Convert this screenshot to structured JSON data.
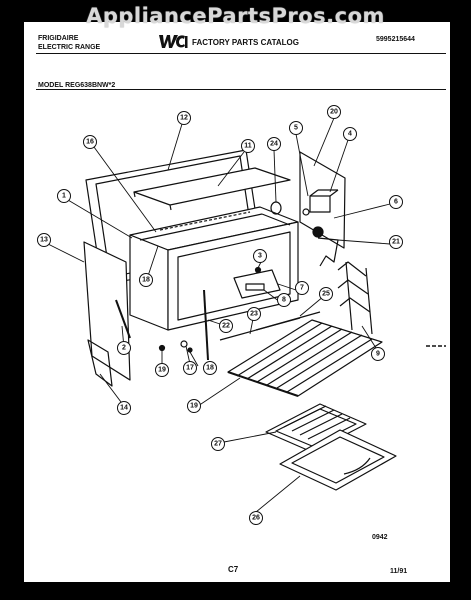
{
  "watermark": "AppliancePartsPros.com",
  "header": {
    "brand_line1": "FRIGIDAIRE",
    "brand_line2": "ELECTRIC RANGE",
    "catalog_title": "FACTORY PARTS CATALOG",
    "part_number": "5995215644",
    "model": "MODEL REG638BNW*2"
  },
  "footer": {
    "figure_number": "0942",
    "page_code": "C7",
    "date": "11/91"
  },
  "callouts": {
    "c1": "1",
    "c2": "2",
    "c3": "3",
    "c4": "4",
    "c5": "5",
    "c6": "6",
    "c7": "7",
    "c8": "8",
    "c9": "9",
    "c10": "10",
    "c11": "11",
    "c12": "12",
    "c13": "13",
    "c14": "14",
    "c16": "16",
    "c17": "17",
    "c18a": "18",
    "c18b": "18",
    "c19a": "19",
    "c19b": "19",
    "c20": "20",
    "c21": "21",
    "c22": "22",
    "c23": "23",
    "c24": "24",
    "c25": "25",
    "c26": "26",
    "c27": "27"
  }
}
